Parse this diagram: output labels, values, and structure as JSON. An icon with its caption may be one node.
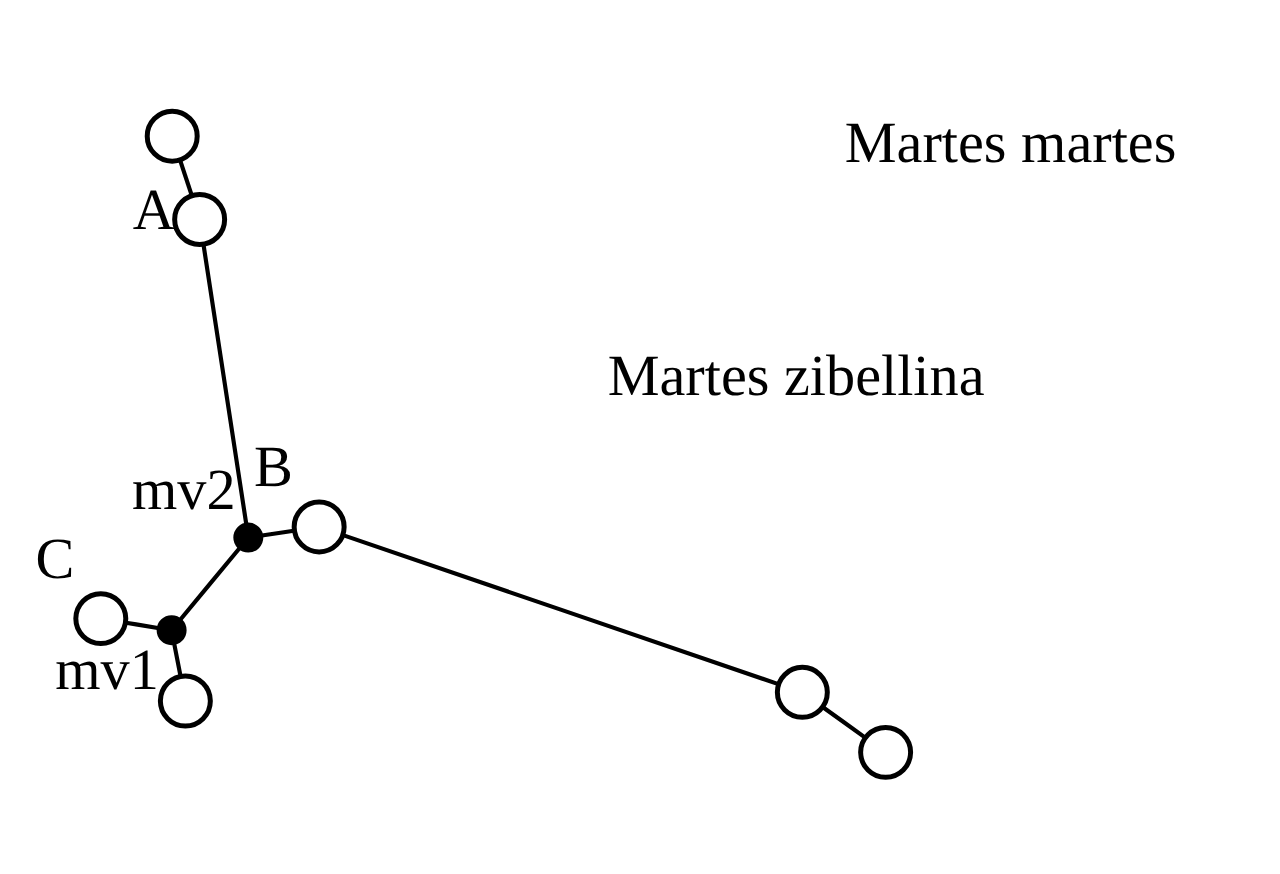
{
  "diagram": {
    "nodes": [
      {
        "text": [],
        "shape": "circle",
        "beside": [
          "C"
        ]
      },
      {
        "text": [],
        "shape": "circle",
        "beside": [
          "mv1"
        ]
      },
      {
        "text": [],
        "shape": "circle"
      },
      {
        "text": [],
        "shape": "circle",
        "beside": [
          "mv2"
        ]
      },
      {
        "text": [],
        "shape": "circle",
        "beside": [
          "A"
        ]
      },
      {
        "text": [],
        "shape": "circle"
      },
      {
        "text": [],
        "shape": "circle",
        "beside": [
          "B"
        ]
      },
      {
        "text": [],
        "shape": "circle"
      },
      {
        "text": [],
        "shape": "circle"
      }
    ],
    "edges": [
      {
        "from": 3,
        "to": 1,
        "arrow": "none"
      },
      {
        "from": 1,
        "to": 0,
        "arrow": "none"
      },
      {
        "from": 1,
        "to": 2,
        "arrow": "none"
      },
      {
        "from": 3,
        "to": 4,
        "arrow": "none"
      },
      {
        "from": 4,
        "to": 5,
        "arrow": "none"
      },
      {
        "from": 3,
        "to": 6,
        "arrow": "none"
      },
      {
        "from": 6,
        "to": 7,
        "arrow": "none"
      },
      {
        "from": 7,
        "to": 8,
        "arrow": "none"
      }
    ],
    "labels": [
      "Martes zibellina",
      "Martes martes"
    ]
  }
}
